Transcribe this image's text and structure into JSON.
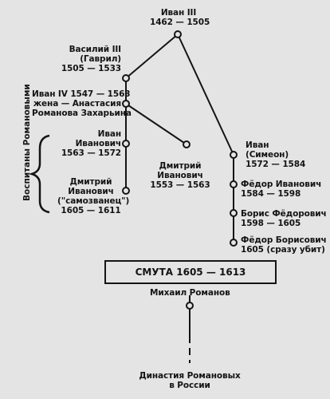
{
  "side_label": "Воспитаны Романовыми",
  "labels": {
    "ivan3": "Иван III\n1462 — 1505",
    "vasily3": "Василий III\n(Гаврил)\n1505 — 1533",
    "ivan4": "Иван IV 1547 — 1563\nжена — Анастасия\nРоманова Захарьина",
    "ivan_ivanovich": "Иван\nИванович\n1563 — 1572",
    "dmitry_samozvanets": "Дмитрий\nИванович\n(\"самозванец\")\n1605 — 1611",
    "dmitry_ivanovich": "Дмитрий\nИванович\n1553 — 1563",
    "ivan_simeon": "Иван\n(Симеон)\n1572 — 1584",
    "fedor_ivanovich": "Фёдор Иванович\n1584 — 1598",
    "boris": "Борис Фёдорович\n1598 — 1605",
    "fedor_borisovich": "Фёдор Борисович\n1605 (сразу убит)",
    "smuta": "СМУТА 1605 — 1613",
    "mikhail": "Михаил Романов",
    "dynasty": "Династия Романовых\nв России"
  },
  "colors": {
    "ink": "#141414",
    "background": "#e4e4e4"
  }
}
